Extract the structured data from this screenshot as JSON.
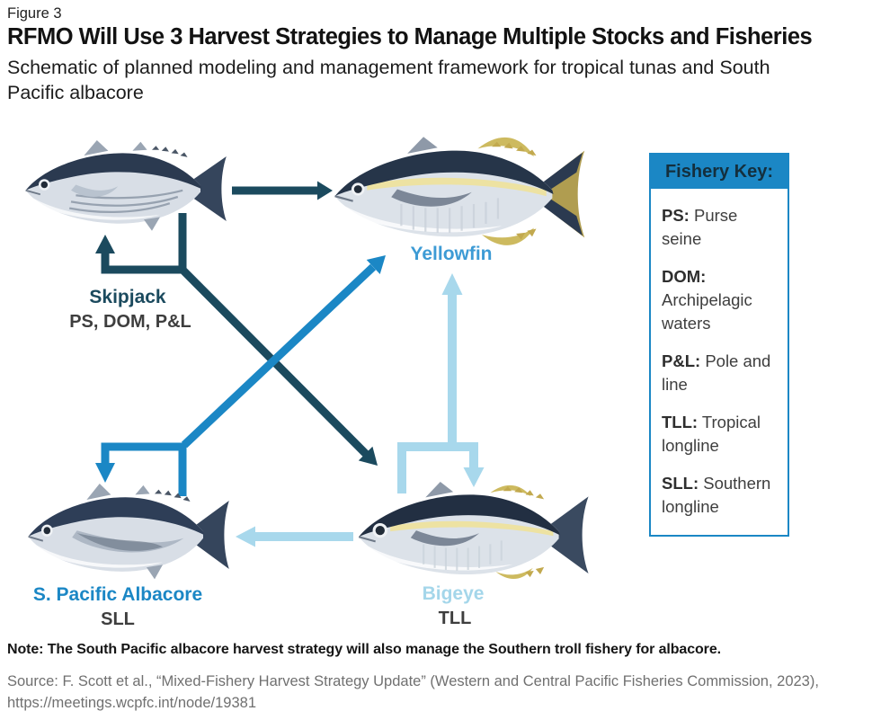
{
  "figure_label": "Figure 3",
  "title": "RFMO Will Use 3 Harvest Strategies to Manage Multiple Stocks and Fisheries",
  "subtitle": "Schematic of planned modeling and management framework for tropical tunas and South Pacific albacore",
  "stocks": [
    {
      "id": "skipjack",
      "name": "Skipjack",
      "fisheries": "PS, DOM, P&L",
      "label_color": "#1B4A5E"
    },
    {
      "id": "yellowfin",
      "name": "Yellowfin",
      "fisheries": "",
      "label_color": "#3D9BD5"
    },
    {
      "id": "albacore",
      "name": "S. Pacific Albacore",
      "fisheries": "SLL",
      "label_color": "#1B87C5"
    },
    {
      "id": "bigeye",
      "name": "Bigeye",
      "fisheries": "TLL",
      "label_color": "#A4D6EA"
    }
  ],
  "strategy_colors": {
    "skipjack_strategy": "#1B4A5E",
    "albacore_strategy": "#1B87C5",
    "bigeye_strategy": "#A8D8EC"
  },
  "arrows": [
    {
      "from": "skipjack",
      "to": "skipjack",
      "color": "#1B4A5E"
    },
    {
      "from": "skipjack",
      "to": "yellowfin",
      "color": "#1B4A5E"
    },
    {
      "from": "skipjack",
      "to": "bigeye",
      "color": "#1B4A5E"
    },
    {
      "from": "albacore",
      "to": "albacore",
      "color": "#1B87C5"
    },
    {
      "from": "albacore",
      "to": "yellowfin",
      "color": "#1B87C5"
    },
    {
      "from": "bigeye",
      "to": "bigeye",
      "color": "#A8D8EC"
    },
    {
      "from": "bigeye",
      "to": "yellowfin",
      "color": "#A8D8EC"
    },
    {
      "from": "bigeye",
      "to": "albacore",
      "color": "#A8D8EC"
    }
  ],
  "fishery_key": {
    "title": "Fishery Key:",
    "entries": [
      {
        "abbr": "PS:",
        "desc": "Purse seine"
      },
      {
        "abbr": "DOM:",
        "desc": "Archipelagic waters"
      },
      {
        "abbr": "P&L:",
        "desc": "Pole and line"
      },
      {
        "abbr": "TLL:",
        "desc": "Tropical longline"
      },
      {
        "abbr": "SLL:",
        "desc": "Southern longline"
      }
    ]
  },
  "note": "Note: The South Pacific albacore harvest strategy will also manage the Southern troll fishery for albacore.",
  "source_line1": "Source: F. Scott  et al., “Mixed-Fishery Harvest Strategy Update” (Western and Central Pacific Fisheries Commission, 2023),",
  "source_line2": "https://meetings.wcpfc.int/node/19381"
}
